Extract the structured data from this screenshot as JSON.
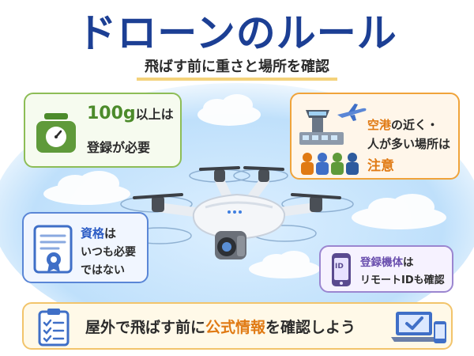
{
  "title": "ドローンのルール",
  "subtitle": "飛ばす前に重さと場所を確認",
  "weight_card": {
    "highlight": "100g",
    "suffix": "以上は",
    "line2": "登録が必要"
  },
  "airport_card": {
    "line1_highlight": "空港",
    "line1_rest": "の近く・",
    "line2": "人が多い場所は",
    "line3_highlight": "注意"
  },
  "license_card": {
    "line1_highlight": "資格",
    "line1_rest": "は",
    "line2": "いつも必要",
    "line3": "ではない"
  },
  "remote_card": {
    "line1_highlight": "登録機体",
    "line1_rest": "は",
    "line2": "リモートIDも確認",
    "phone_label": "ID"
  },
  "bottom_card": {
    "before": "屋外で飛ばす前に",
    "highlight": "公式情報",
    "after": "を確認しよう"
  },
  "colors": {
    "title": "#1c3f94",
    "green": "#8dbd56",
    "orange": "#f0a33a",
    "blue": "#5a86d6",
    "purple": "#9b86d0",
    "yellow": "#f2c46b"
  },
  "icons": [
    "scale-icon",
    "airport-tower-icon",
    "airplane-icon",
    "people-icon",
    "certificate-icon",
    "phone-id-icon",
    "clipboard-icon",
    "laptop-check-icon",
    "drone-illustration"
  ]
}
